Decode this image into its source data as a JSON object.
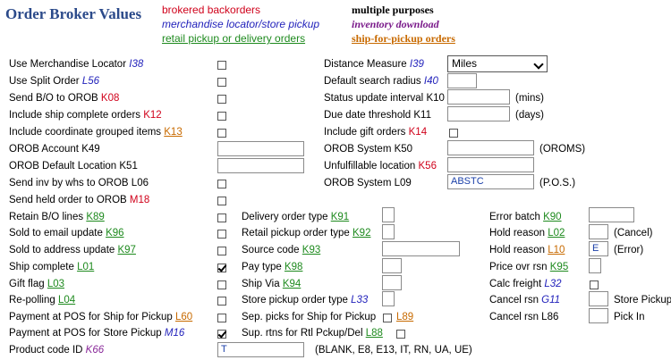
{
  "header": {
    "title": "Order Broker Values",
    "legend": {
      "red": "brokered backorders",
      "blue": "merchandise locator/store pickup",
      "green": "retail pickup or delivery orders",
      "black": "multiple purposes",
      "purple": "inventory download",
      "orange": "ship-for-pickup orders"
    }
  },
  "labels": {
    "merch_locator": "Use Merchandise Locator",
    "merch_locator_code": "I38",
    "split_order": "Use Split Order",
    "split_order_code": "L56",
    "send_bo": "Send B/O to OROB",
    "send_bo_code": "K08",
    "ship_complete_orders": "Include ship complete orders",
    "ship_complete_orders_code": "K12",
    "coord_grouped": "Include coordinate grouped items",
    "coord_grouped_code": "K13",
    "orob_account": "OROB Account",
    "orob_account_code": "K49",
    "orob_default_loc": "OROB Default Location",
    "orob_default_loc_code": "K51",
    "send_inv_whs": "Send inv by whs to OROB",
    "send_inv_whs_code": "L06",
    "send_held": "Send held order to OROB",
    "send_held_code": "M18",
    "distance_measure": "Distance Measure",
    "distance_measure_code": "I39",
    "default_radius": "Default search radius",
    "default_radius_code": "I40",
    "status_interval": "Status update interval",
    "status_interval_code": "K10",
    "due_date": "Due date threshold",
    "due_date_code": "K11",
    "gift_orders": "Include gift orders",
    "gift_orders_code": "K14",
    "orob_system": "OROB System",
    "orob_system_code": "K50",
    "unfulfillable": "Unfulfillable location",
    "unfulfillable_code": "K56",
    "orob_system2": "OROB System",
    "orob_system2_code": "L09",
    "retain_bo": "Retain B/O lines",
    "retain_bo_code": "K89",
    "sold_email": "Sold to email update",
    "sold_email_code": "K96",
    "sold_address": "Sold to address update",
    "sold_address_code": "K97",
    "ship_complete": "Ship complete",
    "ship_complete_code": "L01",
    "gift_flag": "Gift flag",
    "gift_flag_code": "L03",
    "repolling": "Re-polling",
    "repolling_code": "L04",
    "pay_pos_ship": "Payment at POS for Ship for Pickup",
    "pay_pos_ship_code": "L60",
    "pay_pos_store": "Payment at POS for Store Pickup",
    "pay_pos_store_code": "M16",
    "product_code": "Product code ID",
    "product_code_code": "K66",
    "delivery_type": "Delivery order type",
    "delivery_type_code": "K91",
    "retail_pickup_type": "Retail pickup order type",
    "retail_pickup_type_code": "K92",
    "source_code": "Source code",
    "source_code_code": "K93",
    "pay_type": "Pay type",
    "pay_type_code": "K98",
    "ship_via": "Ship Via",
    "ship_via_code": "K94",
    "store_pickup_type": "Store pickup order type",
    "store_pickup_type_code": "L33",
    "sep_picks": "Sep. picks for Ship for Pickup",
    "sep_picks_code": "L89",
    "sup_rtns": "Sup. rtns for Rtl Pckup/Del",
    "sup_rtns_code": "L88",
    "error_batch": "Error batch",
    "error_batch_code": "K90",
    "hold_reason1": "Hold reason",
    "hold_reason1_code": "L02",
    "hold_reason2": "Hold reason",
    "hold_reason2_code": "L10",
    "price_ovr": "Price ovr rsn",
    "price_ovr_code": "K95",
    "calc_freight": "Calc freight",
    "calc_freight_code": "L32",
    "cancel_rsn1": "Cancel rsn",
    "cancel_rsn1_code": "G11",
    "cancel_rsn2": "Cancel rsn",
    "cancel_rsn2_code": "L86"
  },
  "values": {
    "distance_measure": "Miles",
    "orob_system2": "ABSTC",
    "hold_reason2": "E",
    "product_code": "T"
  },
  "notes": {
    "mins": "(mins)",
    "days": "(days)",
    "oroms": "(OROMS)",
    "pos": "(P.O.S.)",
    "cancel": "(Cancel)",
    "error": "(Error)",
    "store_pickup": "Store Pickup",
    "pick_in": "Pick In",
    "product_codes": "(BLANK, E8, E13, IT, RN, UA, UE)"
  }
}
